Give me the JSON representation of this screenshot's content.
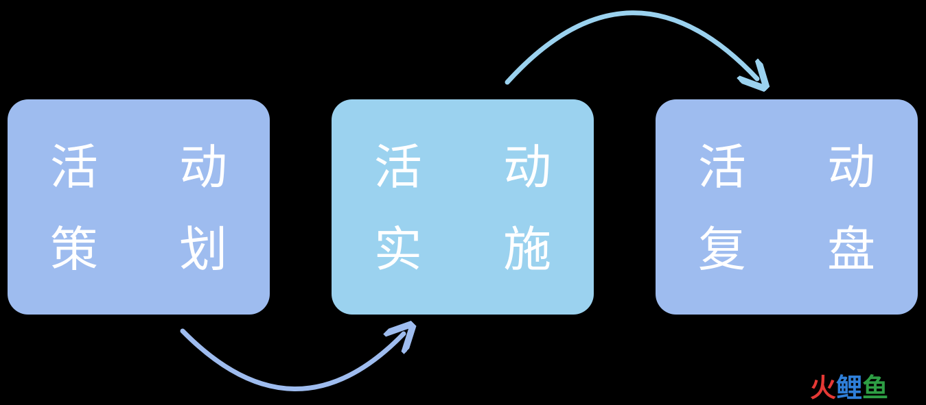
{
  "steps": [
    {
      "line1": "活  动",
      "line2": "策  划",
      "color": "#9ebcef"
    },
    {
      "line1": "活  动",
      "line2": "实  施",
      "color": "#9bd2ef"
    },
    {
      "line1": "活  动",
      "line2": "复  盘",
      "color": "#9ebcef"
    }
  ],
  "arrows": {
    "lower_color": "#9ebcef",
    "upper_color": "#9bd2ef"
  },
  "watermark": {
    "chars": [
      "火",
      "鲤",
      "鱼"
    ],
    "colors": [
      "#e53935",
      "#2f7fd8",
      "#2e9e44"
    ]
  },
  "background": "#000000"
}
